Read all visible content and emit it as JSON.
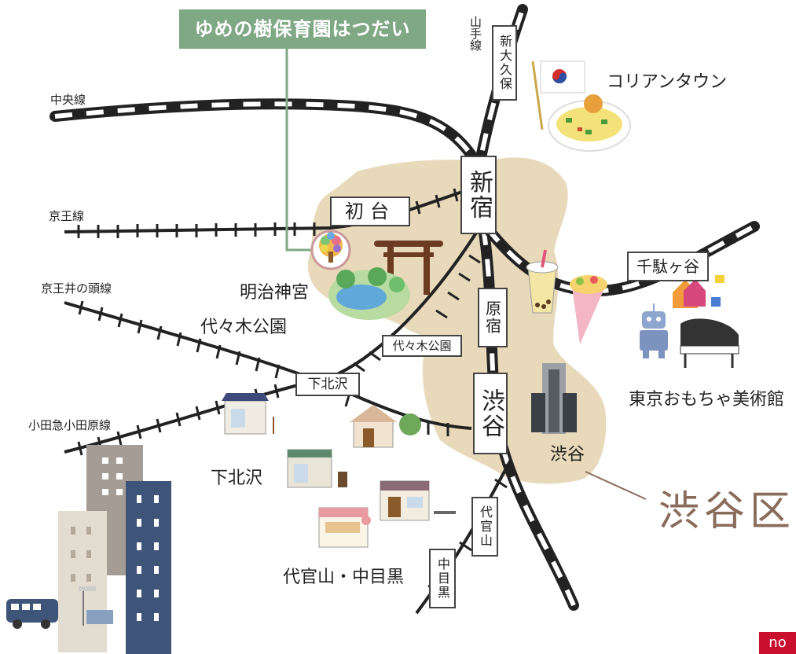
{
  "nursery_label": "ゆめの樹保育園はつだい",
  "stations": {
    "shinjuku": "新宿",
    "hatsudai": "初台",
    "harajuku": "原宿",
    "shibuya": "渋谷",
    "yoyogi_koen": "代々木公園",
    "shimokitazawa": "下北沢",
    "sendagaya": "千駄ヶ谷",
    "shin_okubo": "新大久保",
    "daikanyama": "代官山",
    "nakameguro": "中目黒"
  },
  "lines": {
    "chuo": "中央線",
    "keio": "京王線",
    "inokashira": "京王井の頭線",
    "odakyu": "小田急小田原線",
    "yamanote": "山手線"
  },
  "places": {
    "korea_town": "コリアンタウン",
    "meiji_jingu": "明治神宮",
    "yoyogi_park": "代々木公園",
    "toy_museum": "東京おもちゃ美術館",
    "shibuya_area": "渋谷",
    "shimokitazawa_area": "下北沢",
    "daikanyama_nakameguro": "代官山・中目黒"
  },
  "ward_label": "渋谷区",
  "page_tag": "no",
  "colors": {
    "ward_fill": "#e9d9bb",
    "rail": "#222222",
    "nursery_green": "#7fa884",
    "ward_text": "#8a6b5c",
    "tag_red": "#c8102e"
  }
}
